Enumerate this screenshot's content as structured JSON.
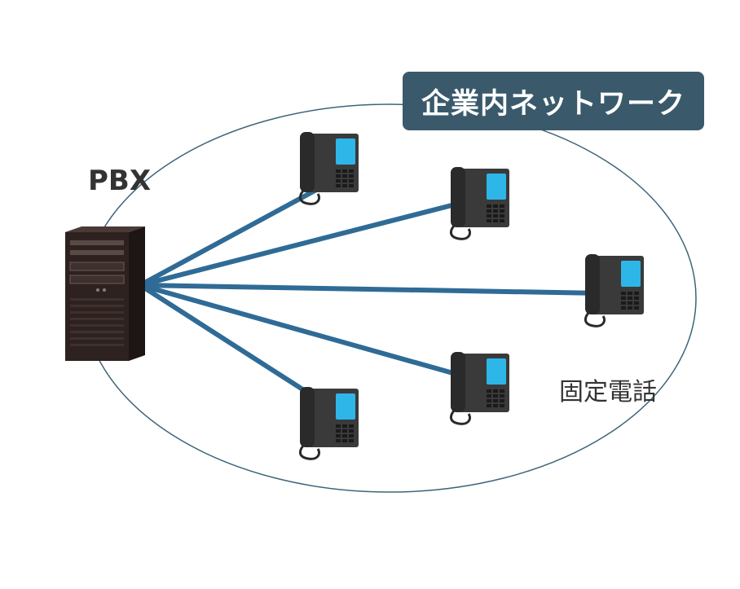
{
  "diagram": {
    "network_label": "企業内ネットワーク",
    "pbx_label": "PBX",
    "phone_label": "固定電話",
    "phones": [
      {
        "name": "phone-1"
      },
      {
        "name": "phone-2"
      },
      {
        "name": "phone-3"
      },
      {
        "name": "phone-4"
      },
      {
        "name": "phone-5"
      }
    ],
    "colors": {
      "ellipse": "#3d6478",
      "line": "#2f6b96",
      "label_bg": "#3a5a6b",
      "server": "#2e2220",
      "phone_body": "#3a3a3a",
      "phone_screen": "#2eb6e8"
    }
  }
}
